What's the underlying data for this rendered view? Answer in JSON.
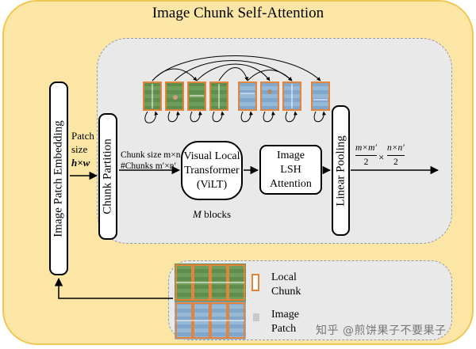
{
  "title": "Image Chunk Self-Attention",
  "blocks": {
    "embedding": "Image Patch Embedding",
    "partition": "Chunk Partition",
    "vilt_line1": "Visual Local",
    "vilt_line2": "Transformer",
    "vilt_line3": "(ViLT)",
    "lsh_line1": "Image",
    "lsh_line2": "LSH",
    "lsh_line3": "Attention",
    "pooling": "Linear Pooling"
  },
  "annotations": {
    "patch_line1": "Patch",
    "patch_line2": "size",
    "patch_line3": "h×w",
    "chunk_size": "Chunk size m×n",
    "num_chunks": "#Chunks m′×n′",
    "m_blocks_var": "M",
    "m_blocks_text": " blocks",
    "out_num1": "m×m′",
    "out_den1": "2",
    "out_times": "×",
    "out_num2": "n×n′",
    "out_den2": "2"
  },
  "legend": {
    "local_line1": "Local",
    "local_line2": "Chunk",
    "patch_line1": "Image",
    "patch_line2": "Patch"
  },
  "watermark": "知乎 @煎饼果子不要果子",
  "colors": {
    "outer_fill": "#fbe6a6",
    "outer_border": "#f0c755",
    "chunk_border": "#e4843b",
    "inner_fill": "#e9e9e9"
  }
}
